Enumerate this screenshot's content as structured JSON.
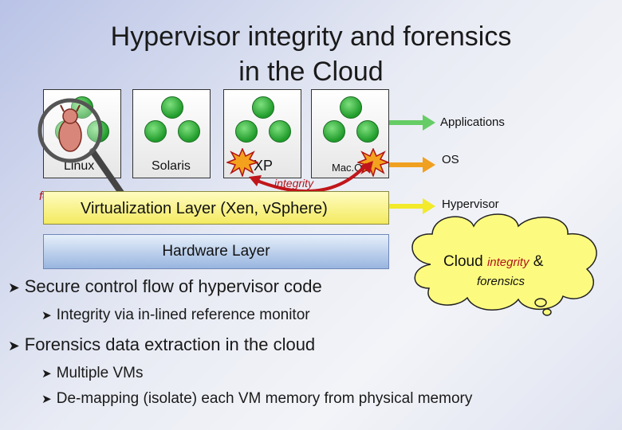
{
  "title_lines": [
    "Hypervisor integrity and forensics",
    "in the Cloud"
  ],
  "vms": [
    {
      "os": "Linux"
    },
    {
      "os": "Solaris"
    },
    {
      "os": "XP"
    },
    {
      "os": "Mac.OS"
    }
  ],
  "annotations": {
    "forensics": "forensics",
    "integrity": "integrity"
  },
  "layers": {
    "virtualization": "Virtualization Layer (Xen, vSphere)",
    "hardware": "Hardware Layer"
  },
  "legend": {
    "applications": "Applications",
    "os": "OS",
    "hypervisor": "Hypervisor"
  },
  "colors": {
    "applications_arrow": "#66cc66",
    "os_arrow": "#f0a020",
    "hypervisor_arrow": "#f2ea2a",
    "cloud_fill": "#fdfb7f",
    "red_text": "#b0151a"
  },
  "cloud": {
    "line1_word1": "Cloud",
    "line1_word2": "integrity",
    "line1_word3": "&",
    "line2": "forensics"
  },
  "bullets": [
    {
      "level": 1,
      "text": "Secure control flow of hypervisor code"
    },
    {
      "level": 2,
      "text": "Integrity via in-lined reference monitor"
    },
    {
      "level": 1,
      "text": "Forensics data extraction in the cloud"
    },
    {
      "level": 2,
      "text": "Multiple VMs"
    },
    {
      "level": 2,
      "text": "De-mapping (isolate) each VM memory from physical memory"
    }
  ]
}
